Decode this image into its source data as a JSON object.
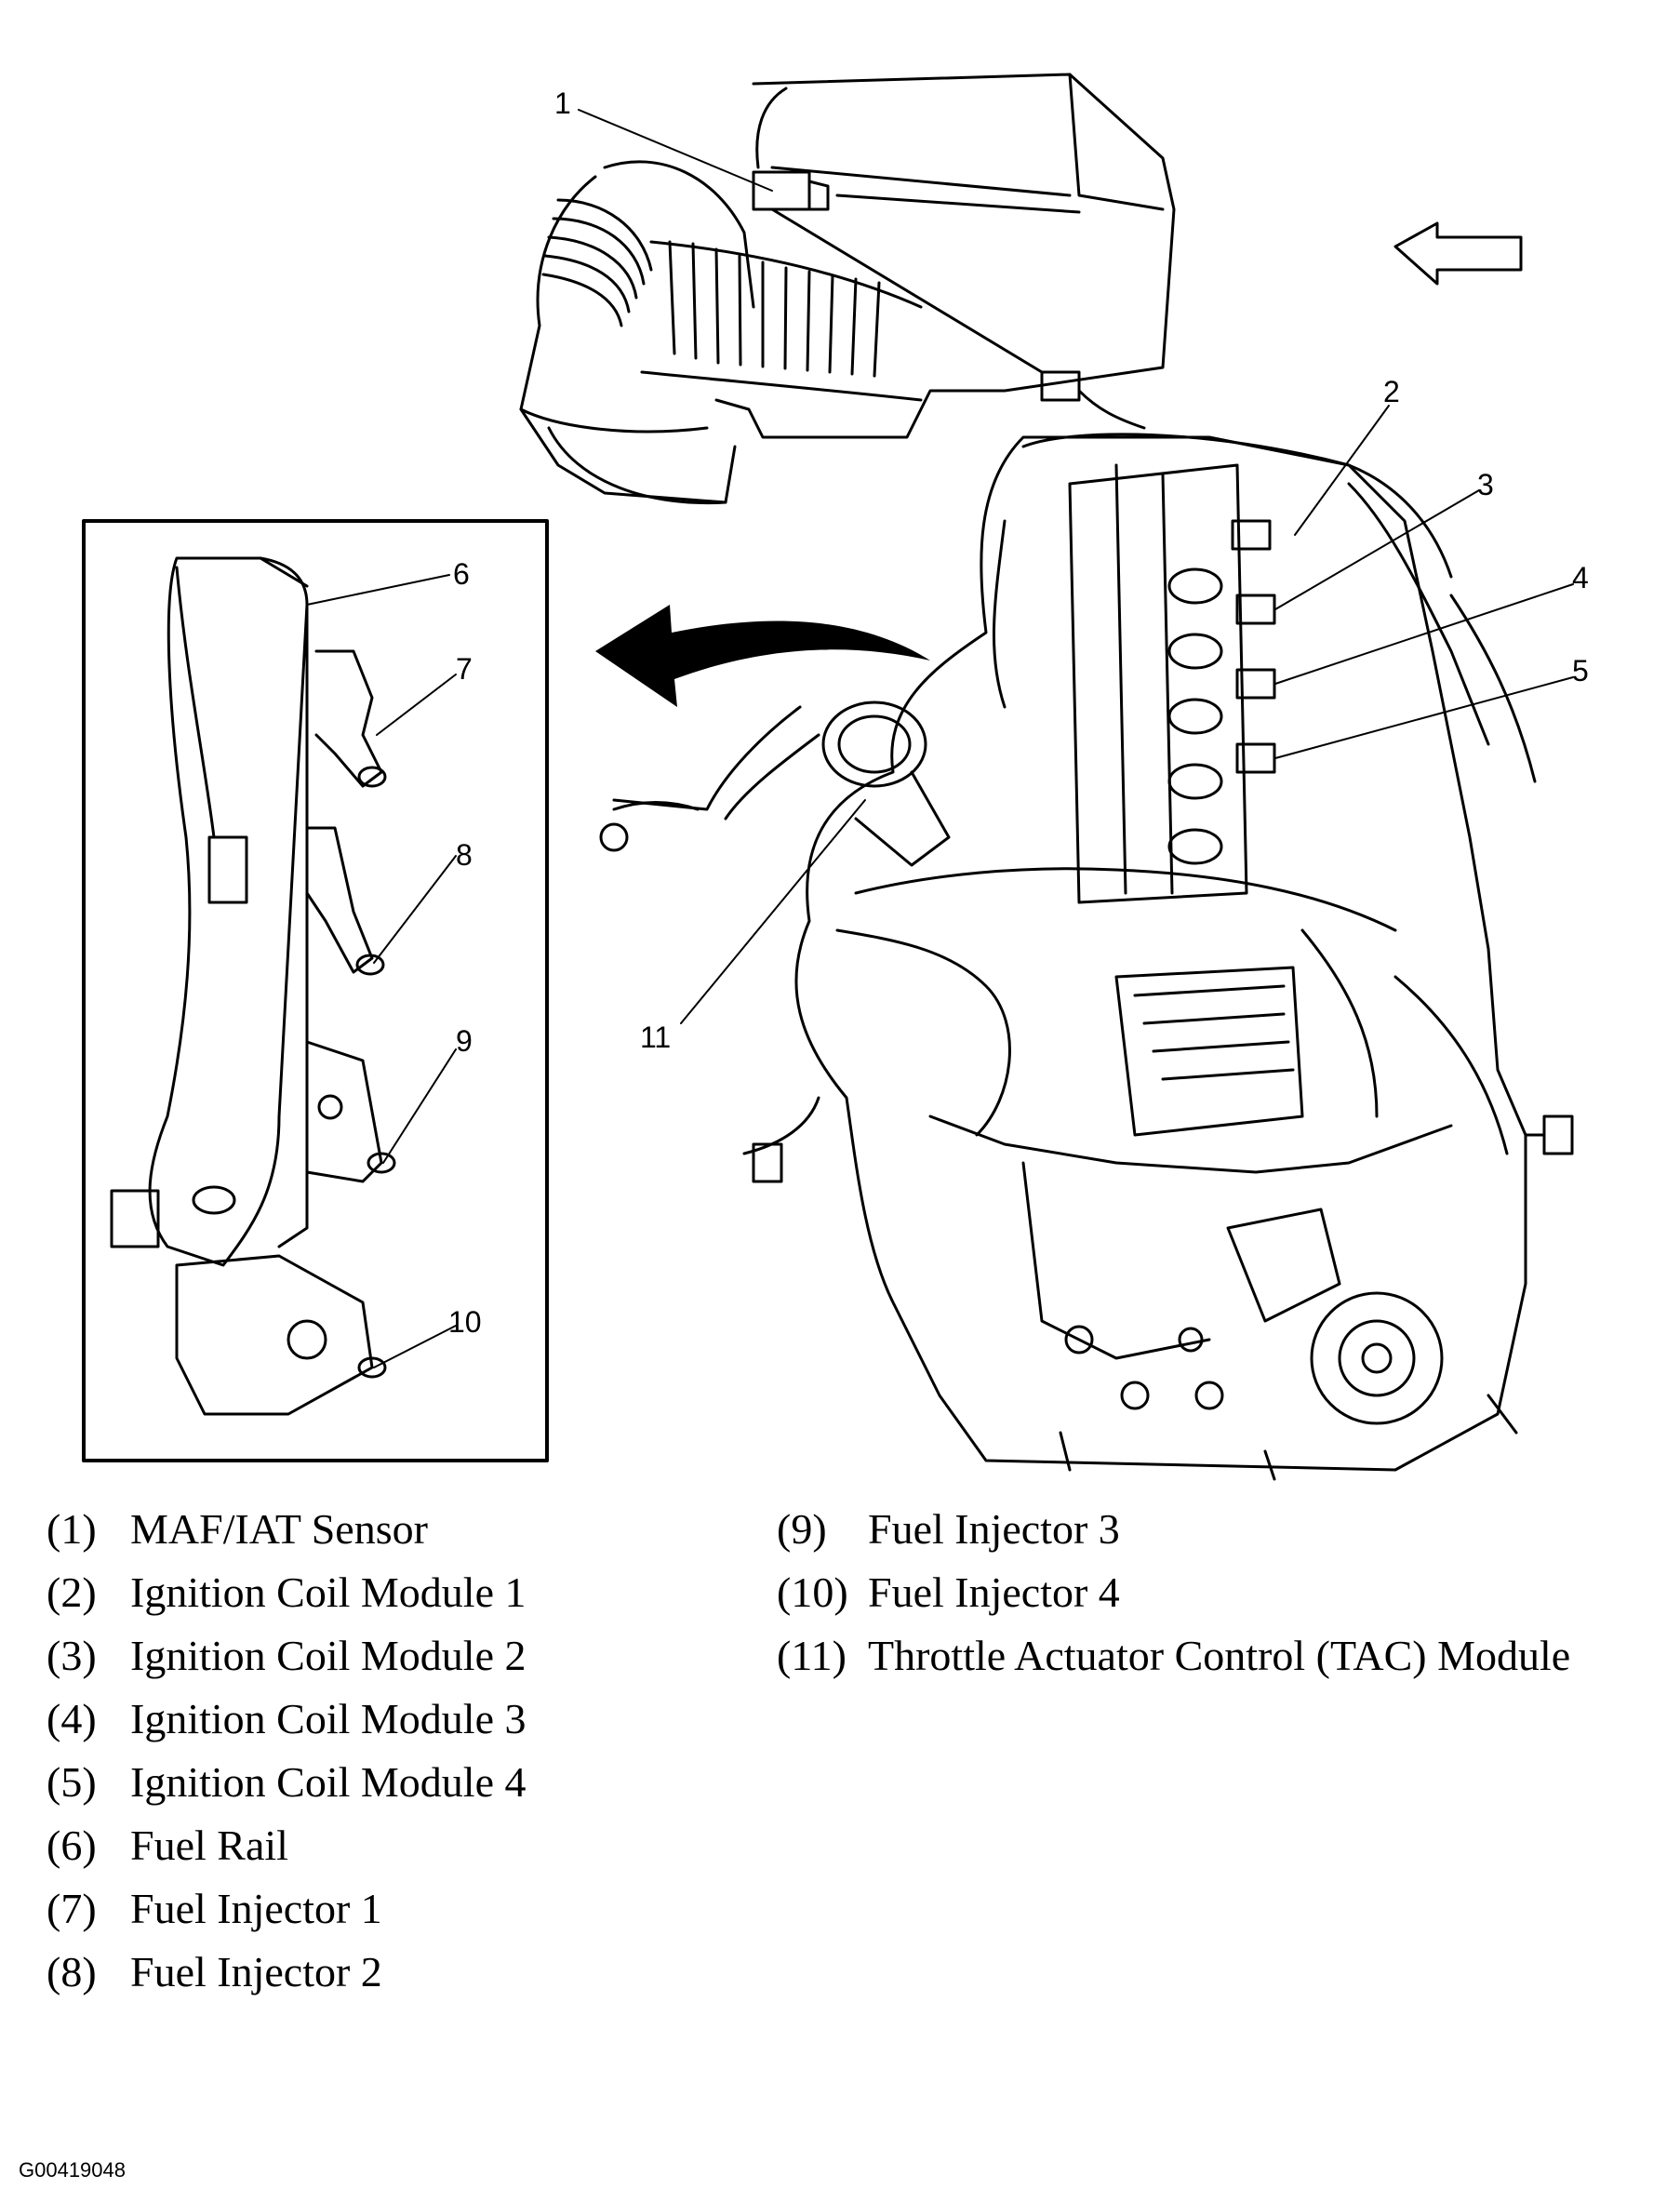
{
  "callouts": [
    "1",
    "2",
    "3",
    "4",
    "5",
    "6",
    "7",
    "8",
    "9",
    "10",
    "11"
  ],
  "legend": [
    {
      "num": "(1)",
      "label": "MAF/IAT Sensor"
    },
    {
      "num": "(2)",
      "label": "Ignition Coil Module 1"
    },
    {
      "num": "(3)",
      "label": "Ignition Coil Module 2"
    },
    {
      "num": "(4)",
      "label": "Ignition Coil Module 3"
    },
    {
      "num": "(5)",
      "label": "Ignition Coil Module 4"
    },
    {
      "num": "(6)",
      "label": "Fuel Rail"
    },
    {
      "num": "(7)",
      "label": "Fuel Injector 1"
    },
    {
      "num": "(8)",
      "label": "Fuel Injector 2"
    },
    {
      "num": "(9)",
      "label": "Fuel Injector 3"
    },
    {
      "num": "(10)",
      "label": "Fuel Injector 4"
    },
    {
      "num": "(11)",
      "label": "Throttle Actuator Control (TAC) Module"
    }
  ],
  "figure_id": "G00419048",
  "icons": {
    "front_arrow": "hollow-left-arrow-icon",
    "transfer_arrow": "curved-left-arrow-icon"
  },
  "colors": {
    "ink": "#000000",
    "paper": "#ffffff"
  }
}
